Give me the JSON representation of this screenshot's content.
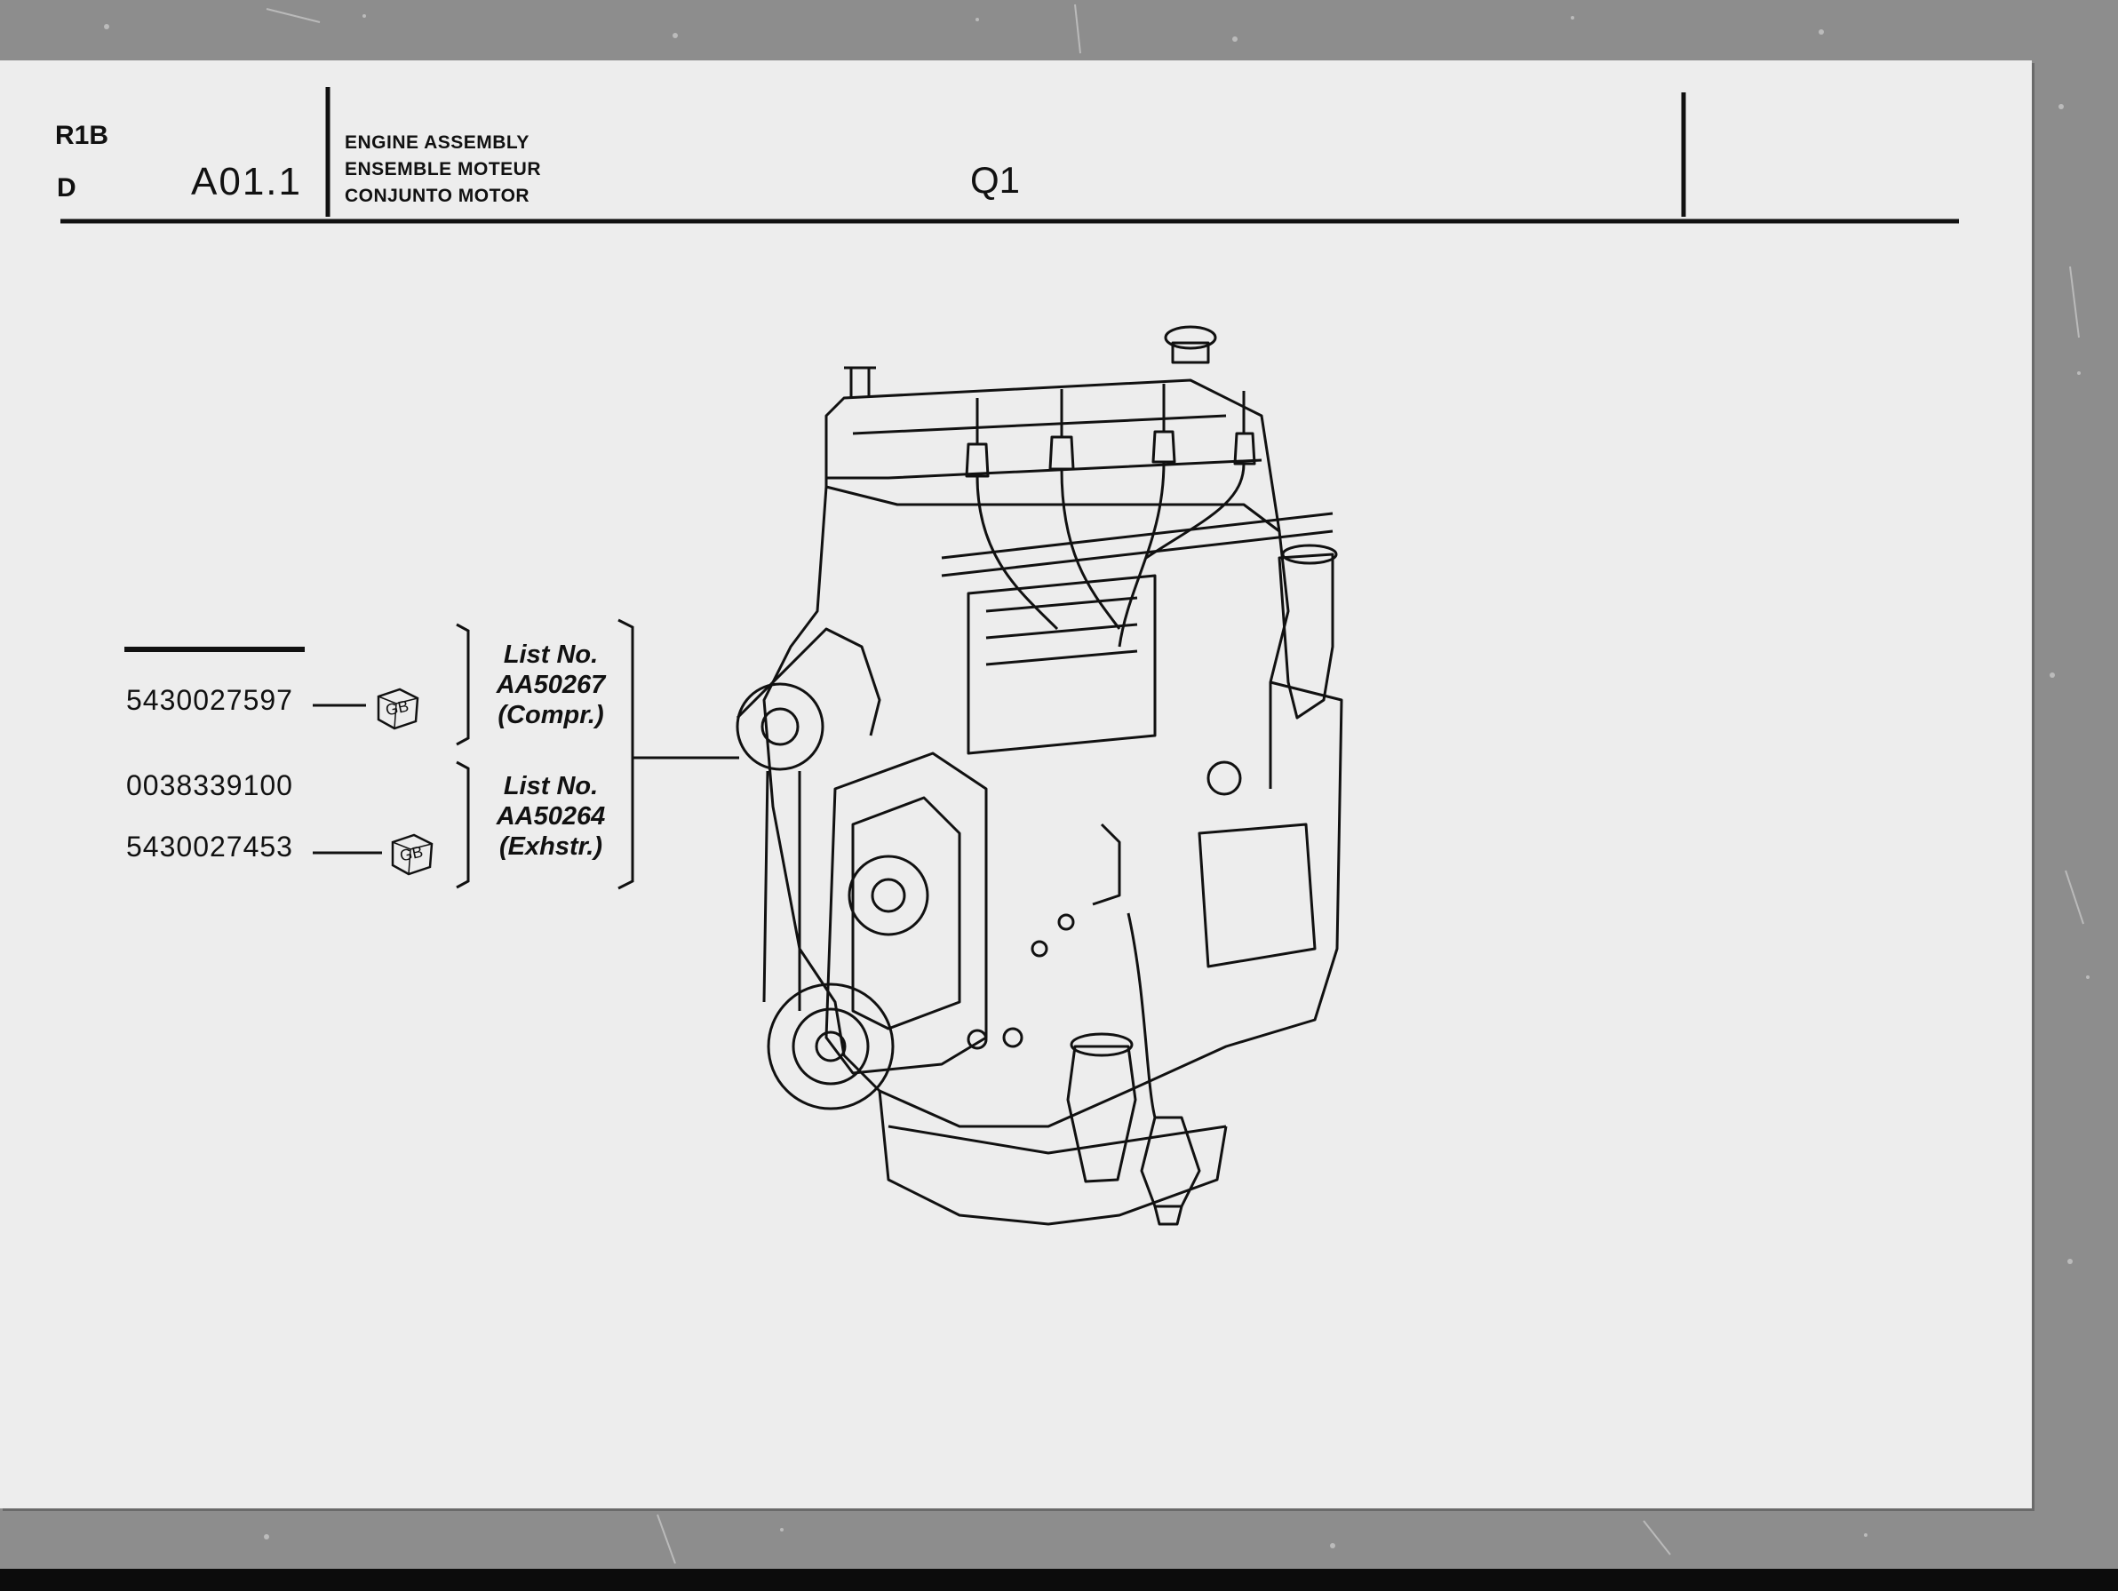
{
  "header": {
    "code_top": "R1B",
    "code_bottom": "D",
    "section": "A01.1",
    "titles": [
      "ENGINE ASSEMBLY",
      "ENSEMBLE MOTEUR",
      "CONJUNTO MOTOR"
    ],
    "reference": "Q1"
  },
  "parts": [
    {
      "number": "5430027597",
      "badge": "GB"
    },
    {
      "number": "0038339100"
    },
    {
      "number": "5430027453",
      "badge": "GB"
    }
  ],
  "lists": [
    {
      "label": "List No.",
      "number": "AA50267",
      "type": "(Compr.)"
    },
    {
      "label": "List No.",
      "number": "AA50264",
      "type": "(Exhstr.)"
    }
  ],
  "figure": {
    "icon": "engine-assembly-drawing"
  }
}
